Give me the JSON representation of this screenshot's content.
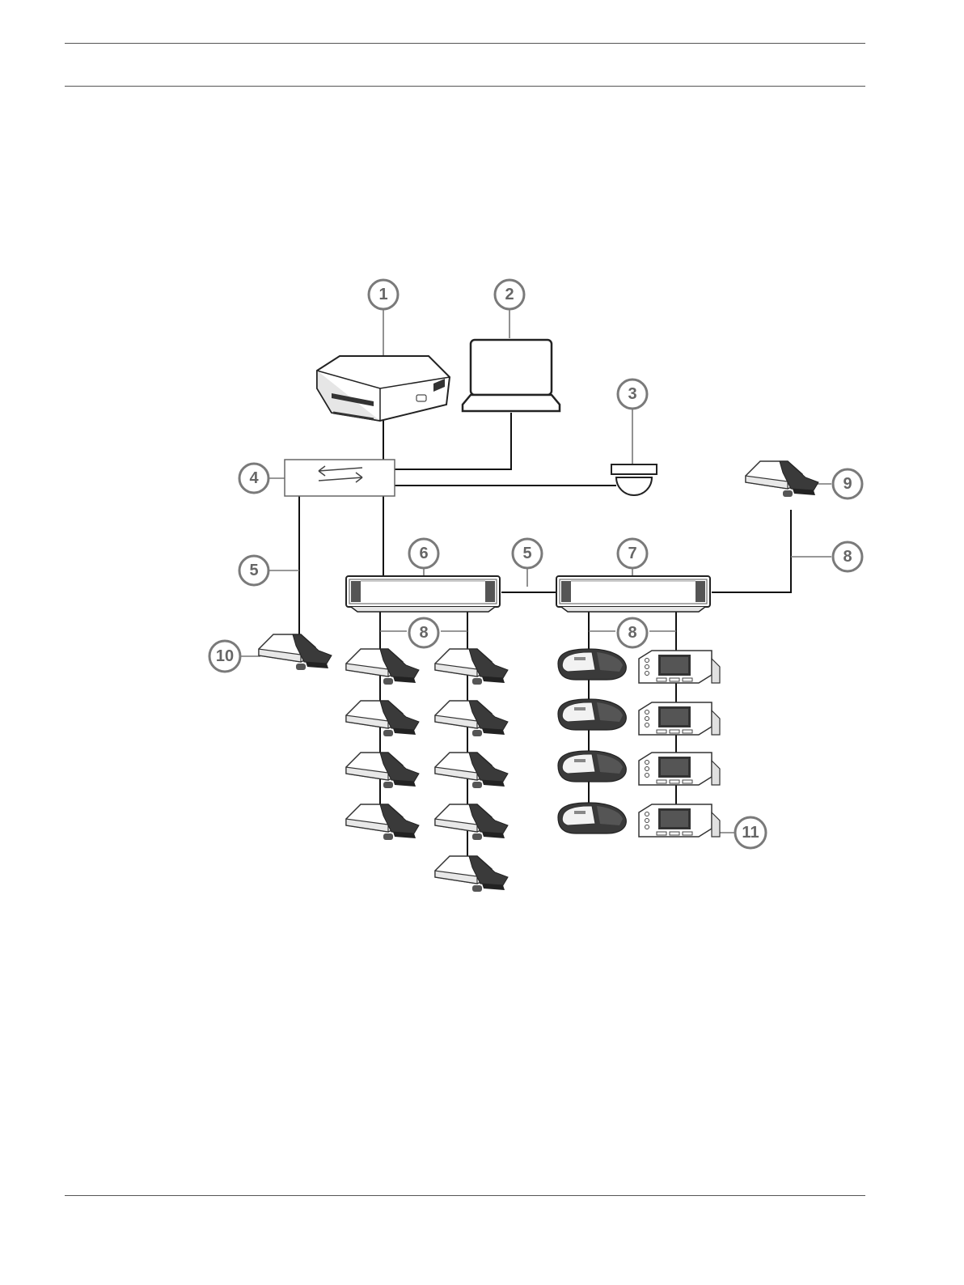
{
  "colors": {
    "rule": "#555555",
    "wire": "#111111",
    "callout": "#7a7a7a",
    "device_dark": "#2b2b2b"
  },
  "icons": {
    "server": "server-icon",
    "laptop": "laptop-icon",
    "camera": "dome-camera-icon",
    "switch": "network-switch-icon",
    "extension_unit": "rack-unit-icon",
    "discussion_device": "discussion-device-icon",
    "wireless_device": "wireless-device-icon",
    "multimedia_device": "multimedia-device-icon"
  },
  "callouts": {
    "c1": "1",
    "c2": "2",
    "c3": "3",
    "c4": "4",
    "c5a": "5",
    "c5b": "5",
    "c6": "6",
    "c7": "7",
    "c8a": "8",
    "c8b": "8",
    "c8c": "8",
    "c9": "9",
    "c10": "10",
    "c11": "11"
  }
}
